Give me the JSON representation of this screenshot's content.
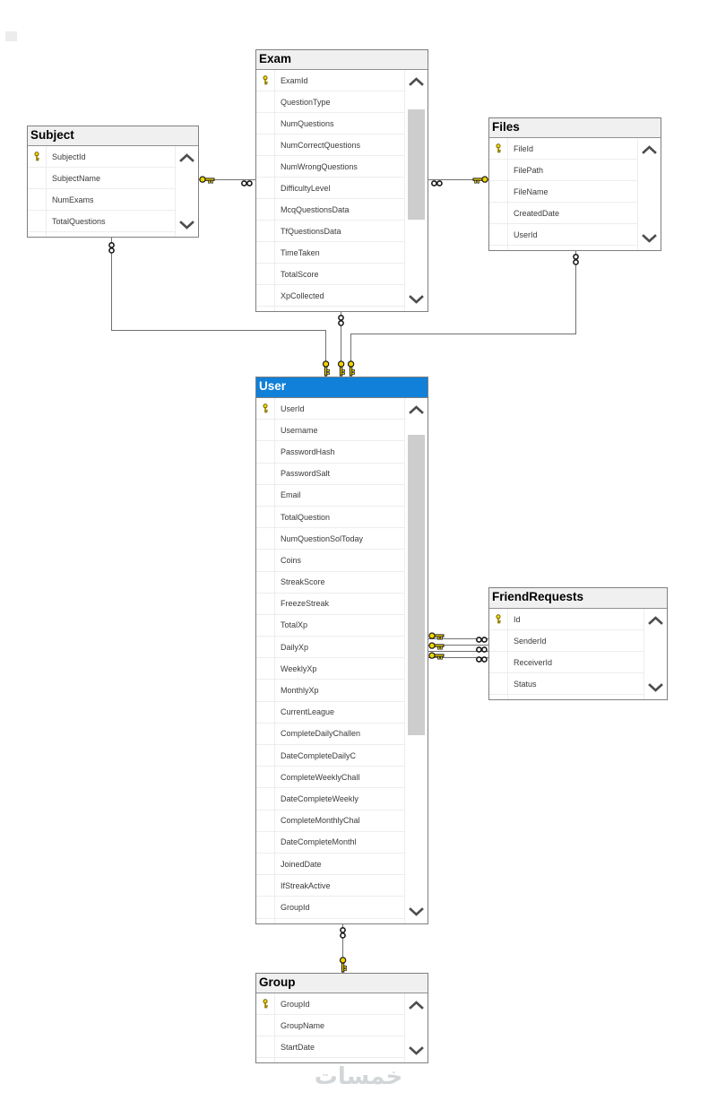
{
  "watermark": "خمسات",
  "colors": {
    "selected_header": "#1080d8",
    "header_bg": "#f0f0f0",
    "key_gold": "#f2d500",
    "key_outline": "#6b5a00",
    "symbol_black": "#1a1a1a",
    "line_gray": "#707070",
    "watermark_gray": "#d2d6d8"
  },
  "icons": {
    "primary_key": "key-icon",
    "one_end": "key-icon",
    "many_end": "infinity-icon",
    "scroll_up": "chevron-up-icon",
    "scroll_down": "chevron-down-icon"
  },
  "diagram": {
    "tables": [
      {
        "id": "subject",
        "title": "Subject",
        "selected": false,
        "fields": [
          {
            "name": "SubjectId",
            "pk": true
          },
          {
            "name": "SubjectName"
          },
          {
            "name": "NumExams"
          },
          {
            "name": "TotalQuestions"
          }
        ]
      },
      {
        "id": "exam",
        "title": "Exam",
        "selected": false,
        "fields": [
          {
            "name": "ExamId",
            "pk": true
          },
          {
            "name": "QuestionType"
          },
          {
            "name": "NumQuestions"
          },
          {
            "name": "NumCorrectQuestions"
          },
          {
            "name": "NumWrongQuestions"
          },
          {
            "name": "DifficultyLevel"
          },
          {
            "name": "McqQuestionsData"
          },
          {
            "name": "TfQuestionsData"
          },
          {
            "name": "TimeTaken"
          },
          {
            "name": "TotalScore"
          },
          {
            "name": "XpCollected"
          }
        ]
      },
      {
        "id": "files",
        "title": "Files",
        "selected": false,
        "fields": [
          {
            "name": "FileId",
            "pk": true
          },
          {
            "name": "FilePath"
          },
          {
            "name": "FileName"
          },
          {
            "name": "CreatedDate"
          },
          {
            "name": "UserId"
          }
        ]
      },
      {
        "id": "user",
        "title": "User",
        "selected": true,
        "fields": [
          {
            "name": "UserId",
            "pk": true
          },
          {
            "name": "Username"
          },
          {
            "name": "PasswordHash"
          },
          {
            "name": "PasswordSalt"
          },
          {
            "name": "Email"
          },
          {
            "name": "TotalQuestion"
          },
          {
            "name": "NumQuestionSolToday"
          },
          {
            "name": "Coins"
          },
          {
            "name": "StreakScore"
          },
          {
            "name": "FreezeStreak"
          },
          {
            "name": "TotalXp"
          },
          {
            "name": "DailyXp"
          },
          {
            "name": "WeeklyXp"
          },
          {
            "name": "MonthlyXp"
          },
          {
            "name": "CurrentLeague"
          },
          {
            "name": "CompleteDailyChallen"
          },
          {
            "name": "DateCompleteDailyC"
          },
          {
            "name": "CompleteWeeklyChall"
          },
          {
            "name": "DateCompleteWeekly"
          },
          {
            "name": "CompleteMonthlyChal"
          },
          {
            "name": "DateCompleteMonthl"
          },
          {
            "name": "JoinedDate"
          },
          {
            "name": "IfStreakActive"
          },
          {
            "name": "GroupId"
          }
        ]
      },
      {
        "id": "friendrequests",
        "title": "FriendRequests",
        "selected": false,
        "fields": [
          {
            "name": "Id",
            "pk": true
          },
          {
            "name": "SenderId"
          },
          {
            "name": "ReceiverId"
          },
          {
            "name": "Status"
          }
        ]
      },
      {
        "id": "group",
        "title": "Group",
        "selected": false,
        "fields": [
          {
            "name": "GroupId",
            "pk": true
          },
          {
            "name": "GroupName"
          },
          {
            "name": "StartDate"
          }
        ]
      }
    ],
    "relationships": [
      {
        "one": "Subject",
        "many": "Exam"
      },
      {
        "one": "Files",
        "many": "Exam"
      },
      {
        "one": "User",
        "many": "Subject"
      },
      {
        "one": "User",
        "many": "Exam"
      },
      {
        "one": "User",
        "many": "Files"
      },
      {
        "one": "User",
        "many": "FriendRequests",
        "lines": 4
      },
      {
        "one": "Group",
        "many": "User"
      }
    ]
  }
}
